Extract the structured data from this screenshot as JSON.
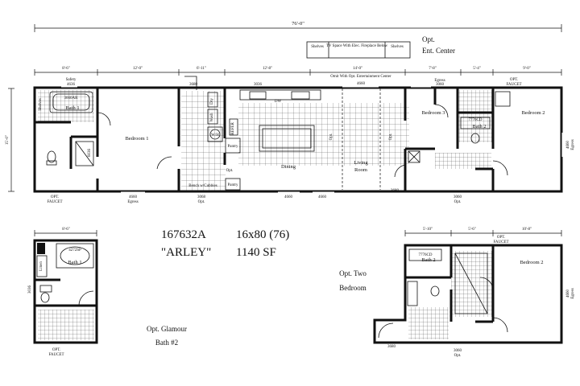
{
  "plan": {
    "model_number": "167632A",
    "size": "16x80 (76)",
    "name": "\"ARLEY\"",
    "square_feet": "1140 SF"
  },
  "overall": {
    "length": "76'-0\"",
    "depth": "15'-0\""
  },
  "top_dimensions": [
    "8'-6\"",
    "12'-0\"",
    "6'-11\"",
    "12'-8\"",
    "14'-0\"",
    "7'-8\"",
    "5'-4\"",
    "9'-0\""
  ],
  "ent_center": {
    "title_line1": "Opt.",
    "title_line2": "Ent. Center",
    "shelves_left": "Shelves",
    "tv_space": "TV Space With Elec. Fireplace Below",
    "shelves_right": "Shelves"
  },
  "rooms": {
    "bath1": "Bath 1",
    "bedroom1": "Bedroom 1",
    "dining": "Dining",
    "living_line1": "Living",
    "living_line2": "Room",
    "bedroom3": "Bedroom 3",
    "bath2": "Bath 2",
    "bedroom2": "Bedroom 2",
    "pantry_upper": "Pantry",
    "pantry_lower": "Pantry",
    "refer": "REFER",
    "wh": "W/H",
    "dry": "Dry",
    "wash": "Wash",
    "dw": "DW",
    "opt_small": "Opt.",
    "linen": "Linen",
    "shelves_side": "Shelves"
  },
  "labels": {
    "safety": "Safety",
    "safety_size": "4636",
    "tub1": "3660AR",
    "shower_size": "6036",
    "bench": "Bench w/Cubbies",
    "door_3680": "3680",
    "door_3068_opt": "3068",
    "opt": "Opt.",
    "sink_size": "3036",
    "window_4660": "4660",
    "egress": "Egress",
    "ent_center_opt": "Omit With Opt. Entertainment Center",
    "egress_size": "3060",
    "egress_label": "Egress",
    "tub2": "7776CD",
    "opt_faucet_line1": "OPT.",
    "opt_faucet_line2": "FAUCET",
    "door_3680_front": "3680",
    "door_3060": "3060",
    "window_4660_side": "4660",
    "window_egress_side": "Egress"
  },
  "glamour": {
    "width": "8'-6\"",
    "bath": "Bath 1",
    "tub": "4272SP",
    "linen": "Linen",
    "sink_size": "3036",
    "title_line1": "Opt. Glamour",
    "title_line2": "Bath #2",
    "faucet_line1": "OPT.",
    "faucet_line2": "FAUCET"
  },
  "two_bedroom": {
    "dims": [
      "5'-10\"",
      "5'-6\"",
      "10'-8\""
    ],
    "bath": "Bath 2",
    "tub": "7776CD",
    "bedroom": "Bedroom 2",
    "title_line1": "Opt. Two",
    "title_line2": "Bedroom",
    "door_3680": "3680",
    "door_3060": "3060",
    "door_opt": "Opt.",
    "faucet_line1": "OPT.",
    "faucet_line2": "FAUCET",
    "window_4660": "4660",
    "window_egress": "Egress"
  }
}
